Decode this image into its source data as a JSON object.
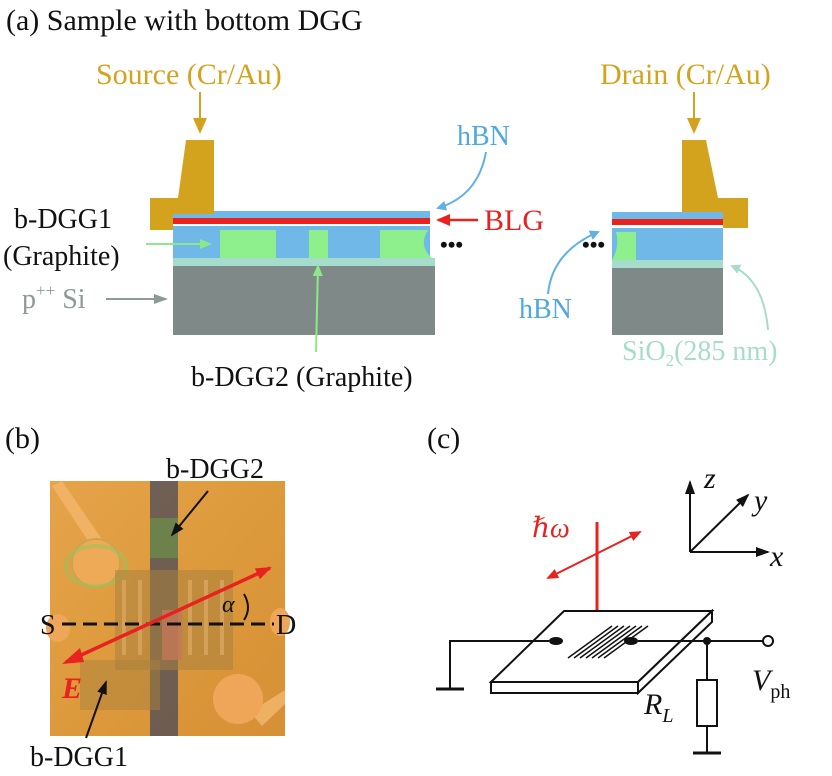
{
  "panel_a": {
    "title": "(a) Sample with bottom DGG",
    "source_label": "Source (Cr/Au)",
    "drain_label": "Drain (Cr/Au)",
    "hbn_top_label": "hBN",
    "blg_label": "BLG",
    "bdgg1_line1": "b-DGG1",
    "bdgg1_line2": "(Graphite)",
    "si_base": "p",
    "si_sup": "++",
    "si_rest": " Si",
    "ellipsis": "•••",
    "hbn_right_label": "hBN",
    "bdgg2_label": "b-DGG2 (Graphite)",
    "sio2_base": "SiO",
    "sio2_sub": "2",
    "sio2_rest": "(285 nm)"
  },
  "panel_b": {
    "title": "(b)",
    "bdgg2_label": "b-DGG2",
    "bdgg1_label": "b-DGG1",
    "s_label": "S",
    "d_label": "D",
    "alpha_label": "α",
    "e_label": "E"
  },
  "panel_c": {
    "title": "(c)",
    "hbar_omega": "ℏω",
    "z_label": "z",
    "y_label": "y",
    "x_label": "x",
    "rl_base": "R",
    "rl_sub": "L",
    "vph_base": "V",
    "vph_sub": "ph"
  },
  "colors": {
    "gold": "#d4a31e",
    "hbn_blue": "#6fb8e8",
    "graphite_green": "#8ef08c",
    "blg_red": "#e8221e",
    "si_gray": "#7f8a88",
    "sio2_teal": "#a6dccb",
    "hbn_text": "#4fa8e0",
    "sio2_text": "#a6dccb",
    "green_text": "#8ee88a",
    "si_text": "#8d9a98"
  }
}
